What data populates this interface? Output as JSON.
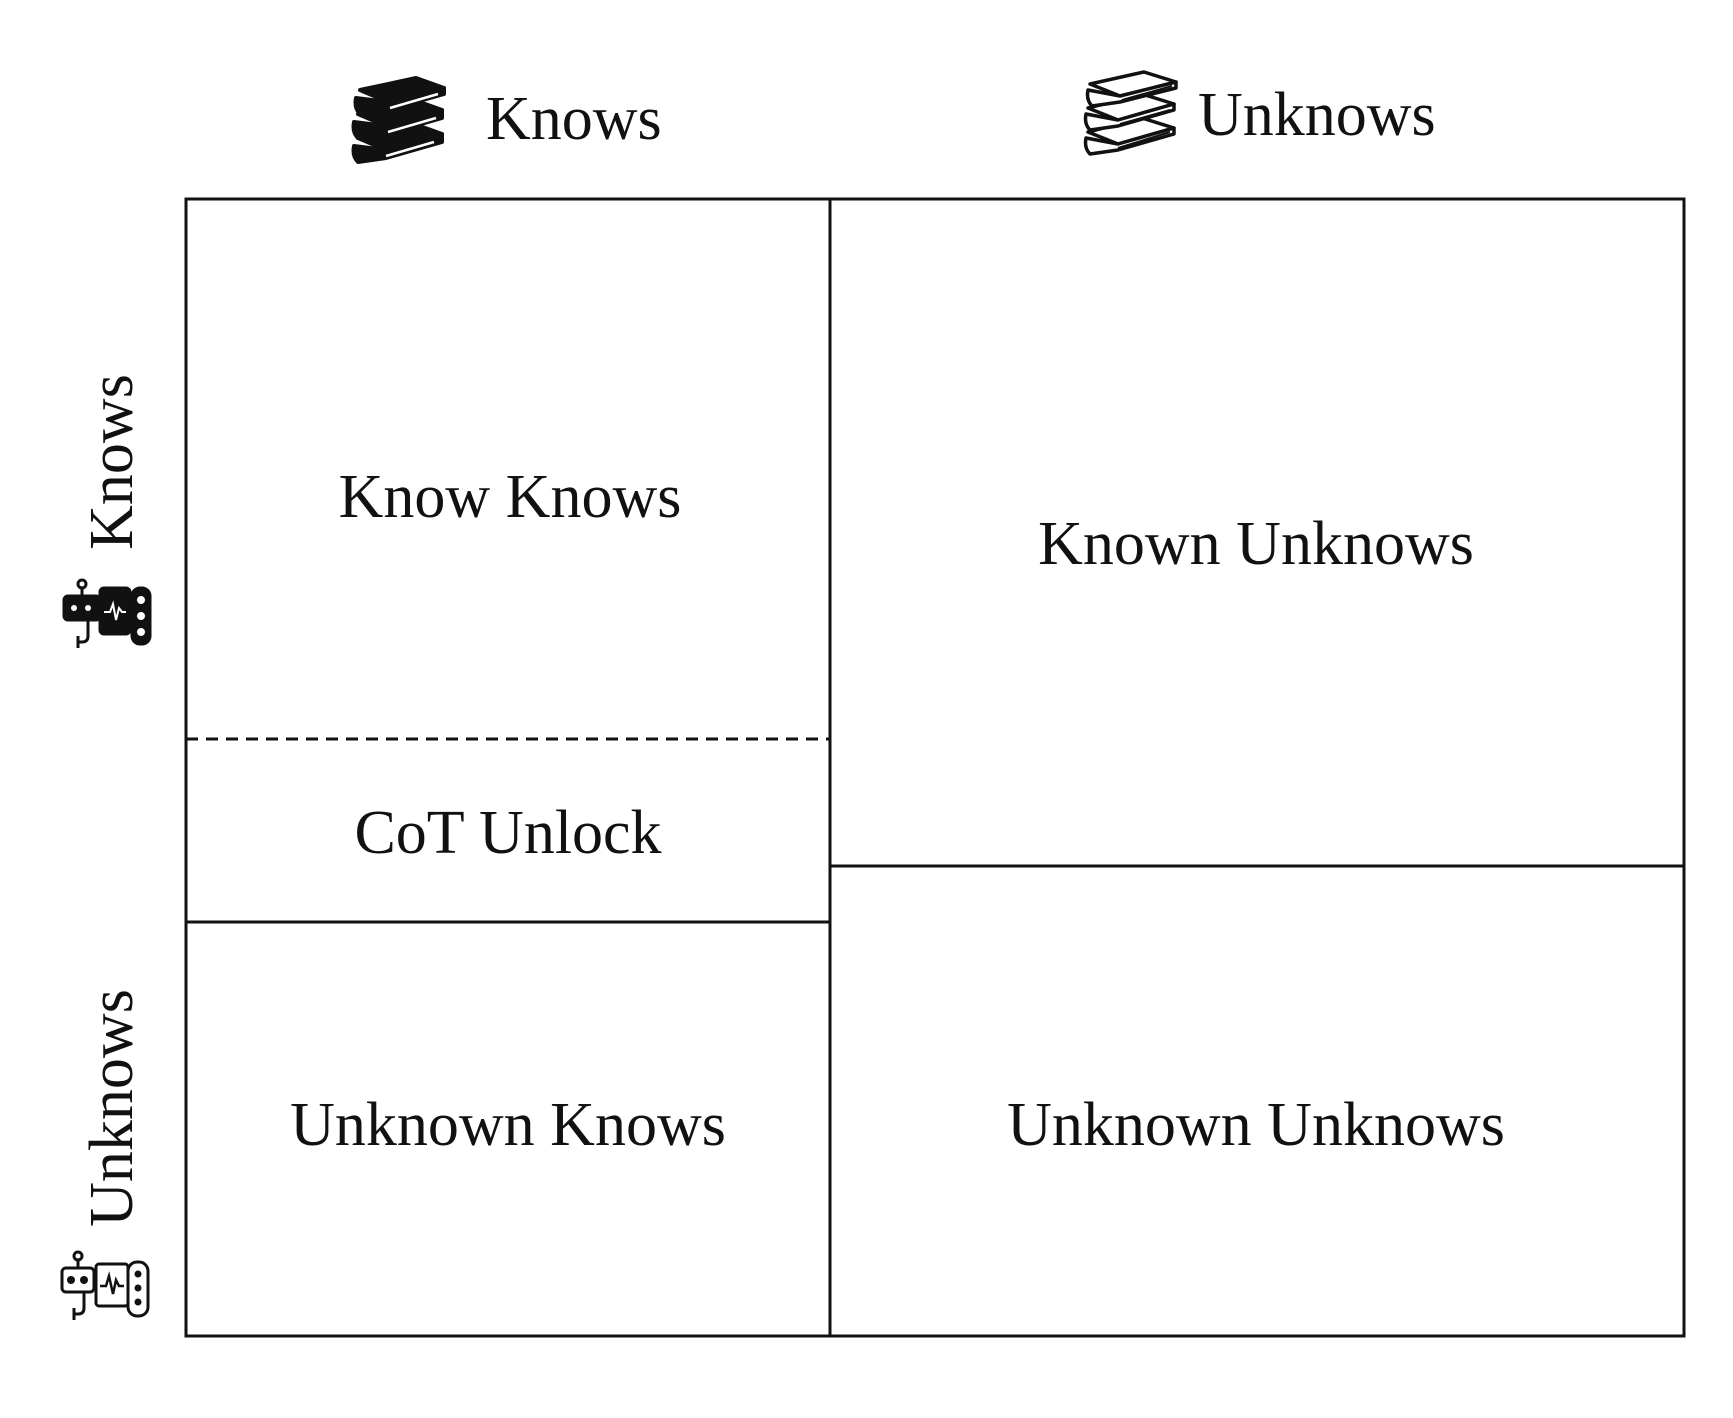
{
  "columns": {
    "left": {
      "label": "Knows",
      "icon": "books-stack-solid-icon"
    },
    "right": {
      "label": "Unknows",
      "icon": "books-stack-outline-icon"
    }
  },
  "rows": {
    "top": {
      "label": "Knows",
      "icon": "robot-solid-icon"
    },
    "bottom": {
      "label": "Unknows",
      "icon": "robot-outline-icon"
    }
  },
  "cells": {
    "known_knows": "Know Knows",
    "cot_unlock": "CoT Unlock",
    "unknown_knows": "Unknown Knows",
    "known_unknows": "Known Unknows",
    "unknown_unknows": "Unknown Unknows"
  },
  "colors": {
    "stroke": "#111111",
    "background": "#ffffff"
  }
}
